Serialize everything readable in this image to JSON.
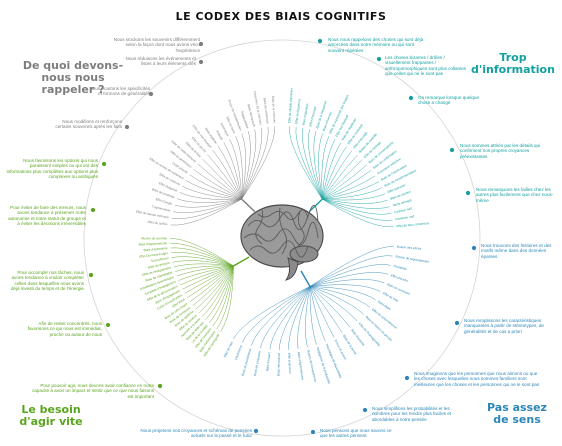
{
  "title": "LE CODEX DES BIAIS COGNITIFS",
  "colors": {
    "memory": "#7d7d7d",
    "info": "#14a0a0",
    "meaning": "#2b86b8",
    "act": "#5aa51e",
    "title": "#111111"
  },
  "quadrants": {
    "memory": {
      "label": "De quoi devons-nous nous rappeler ?",
      "color": "#7d7d7d"
    },
    "info": {
      "label": "Trop d'information",
      "color": "#14a0a0"
    },
    "meaning": {
      "label": "Pas assez de sens",
      "color": "#2b86b8"
    },
    "act": {
      "label": "Le besoin d'agir vite",
      "color": "#5aa51e"
    }
  },
  "notes": [
    {
      "id": "m1",
      "group": "memory",
      "text": "Nous stockons les souvenirs différemment selon la façon dont nous avons vécu l'expérience"
    },
    {
      "id": "m2",
      "group": "memory",
      "text": "Nous réduisons les événements et listes à leurs éléments clés"
    },
    {
      "id": "m3",
      "group": "memory",
      "text": "Nous écartons les spécificités et formons de généralités"
    },
    {
      "id": "m4",
      "group": "memory",
      "text": "Nous modifions et renforçons certains souvenirs après les faits"
    },
    {
      "id": "i1",
      "group": "info",
      "text": "Nous nous rappelons des choses qui sont déjà amorcées dans notre mémoire ou qui sont souvent répétées"
    },
    {
      "id": "i2",
      "group": "info",
      "text": "Les choses bizarres / drôles / visuellement frappantes / anthropomorphiques sont plus collantes que celles qui ne le sont pas"
    },
    {
      "id": "i3",
      "group": "info",
      "text": "On remarque lorsque quelque chose a changé"
    },
    {
      "id": "i4",
      "group": "info",
      "text": "Nous sommes attirés par les détails qui confirment nos propres croyances préexistantes"
    },
    {
      "id": "i5",
      "group": "info",
      "text": "Nous remarquons les failles chez les autres plus facilement que chez nous-même"
    },
    {
      "id": "s1",
      "group": "meaning",
      "text": "Nous trouvons des histoires et des motifs même dans des données éparses"
    },
    {
      "id": "s2",
      "group": "meaning",
      "text": "Nous remplissons les caractéristiques manquantes à partir de stéréotypes, de généralités et de cas a priori"
    },
    {
      "id": "s3",
      "group": "meaning",
      "text": "Nous imaginons que les personnes que nous aimons ou que les choses avec lesquelles nous sommes familiers sont meilleures que les choses et les personnes qui ne le sont pas"
    },
    {
      "id": "s4",
      "group": "meaning",
      "text": "Nous simplifions les probabilités et les nombres pour les rendre plus faciles et abordables à notre pensée"
    },
    {
      "id": "s5",
      "group": "meaning",
      "text": "Nous pensons que nous savons ce que les autres pensent"
    },
    {
      "id": "s6",
      "group": "meaning",
      "text": "Nous projetons nos croyances et schémas de pensées actuels sur le passé et le futur"
    },
    {
      "id": "a1",
      "group": "act",
      "text": "Nous favorisons les options qui nous paraissent simples ou qui ont des informations plus complètes aux options plus complexes ou ambiguës"
    },
    {
      "id": "a2",
      "group": "act",
      "text": "Pour éviter de faire des erreurs, nous avons tendance à préserver notre autonomie et notre statut de groupe et à éviter les décisions irréversibles"
    },
    {
      "id": "a3",
      "group": "act",
      "text": "Pour accomplir nos tâches, nous avons tendance à vouloir compléter celles dans lesquelles nous avons déjà investi du temps et de l'énergie"
    },
    {
      "id": "a4",
      "group": "act",
      "text": "Afin de rester concentrés, nous favorisons ce qui nous est immédiat, proche ou autour de nous"
    },
    {
      "id": "a5",
      "group": "act",
      "text": "Pour pouvoir agir, nous devons avoir confiance en notre capacité à avoir un impact et sentir que ce que nous faisons est important"
    }
  ],
  "biases": {
    "memory": [
      "Effet de suffixe",
      "Effet de fausse mémoire",
      "Cryptomnésie",
      "Effet Google",
      "Biais de positivité",
      "Effet Zeigarnik",
      "Effet de contexte",
      "Effet du niveau de traitement",
      "Oubli sélectif",
      "Effet de génération",
      "Effet de l'aide-mémoire",
      "Effet de la liste",
      "Effet du pic-fin",
      "Effet de Von Restorff",
      "Biais implicite",
      "Préjugé",
      "Stéréotype",
      "Effet du sexe",
      "Erreur de mésattribution",
      "Suggestibilité",
      "Biais rétrospectif",
      "Distorsion de la mémoire",
      "Biais de cohérence",
      "Biais de la mémoire"
    ],
    "info": [
      "Effet de simple exposition",
      "Effet de fréquence",
      "Biais d'attention",
      "Effet d'ancrage",
      "Biais de la fréquence",
      "Biais d'humour",
      "Effet de supériorité des images",
      "Effet Von Restorff",
      "Biais de négativité",
      "Effet de contraste",
      "Effet d'ancrage",
      "Illusion de contrôle",
      "Effet de cadrage",
      "Biais de conservatisme",
      "Biais de confirmation",
      "Perception sélective",
      "Biais de l'observateur",
      "Biais de l'expérimentateur",
      "Effet autruche",
      "Biais de soutien",
      "Tache aveugle",
      "Cynisme naïf",
      "Réalisme naïf",
      "Effet de faux consensus"
    ],
    "meaning": [
      "Illusion des séries",
      "Illusion de regroupement",
      "Paréidolie",
      "Effet placebo",
      "Biais du survivant",
      "Effet de halo",
      "Stéréotype",
      "Effet de ressemblance",
      "Biais en faveur du groupe",
      "Effet de l'homogénéité",
      "Biais d'autorité",
      "Biais de la pente",
      "Erreur du joueur",
      "Heuristique de disponibilité",
      "Négligence de la probabilité",
      "Illusion de transparence",
      "Biais d'égocentrisme",
      "Effet projecteur",
      "Biais rétrospectif",
      "Biais d'impact",
      "Biais de projection",
      "Biais de pessimisme",
      "Déclinisme",
      "Effet de halo"
    ],
    "act": [
      "Effet de l'ambiguïté",
      "Biais d'information",
      "Effet de l'aversion",
      "Loi de la trivialité",
      "Biais de statu quo",
      "Aversion à la perte",
      "Effet de dotation",
      "Biais de système",
      "Biais de l'omission",
      "Biais de zéro risque",
      "Effet IKEA",
      "Coûts irrécupérables",
      "Biais d'engagement",
      "Effet de la dénomination",
      "Escalade d'engagement",
      "Actualisation hyperbolique",
      "Biais de l'identifiable",
      "Effet de l'éloignement",
      "Biais du présent",
      "Surconfiance",
      "Effet Dunning-Kruger",
      "Biais d'optimisme",
      "Biais d'égocentrisme",
      "Illusion de contrôle"
    ]
  }
}
